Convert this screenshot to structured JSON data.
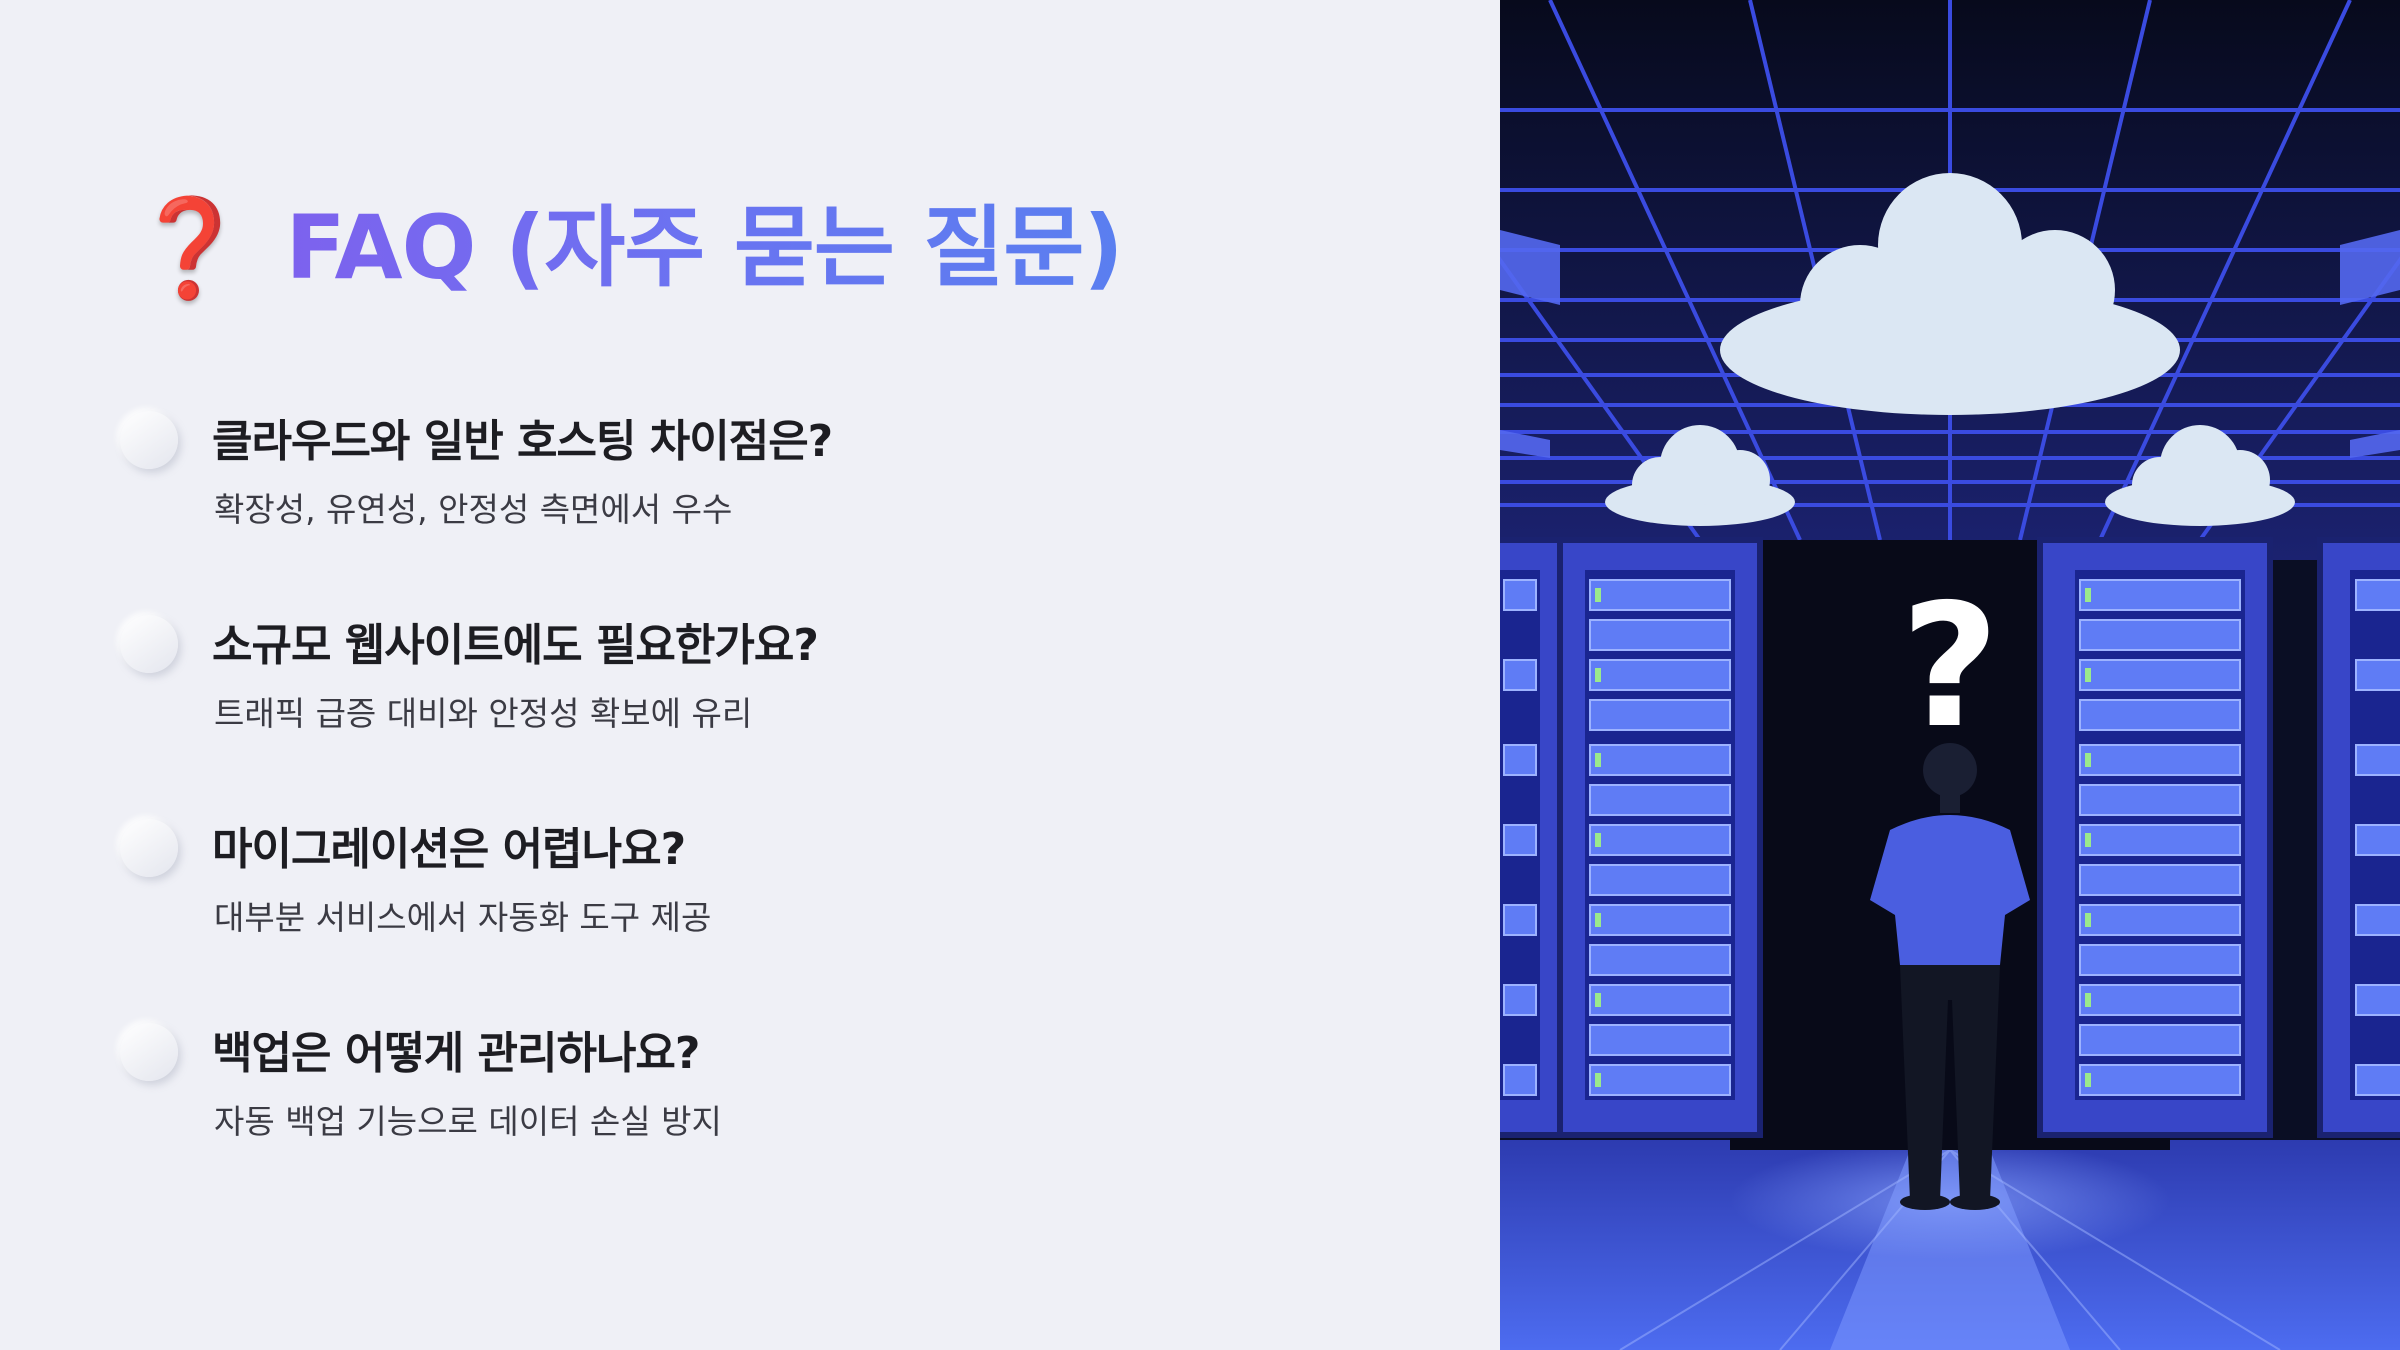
{
  "header": {
    "icon": "question-mark-icon",
    "icon_glyph": "❓",
    "title": "FAQ (자주 묻는 질문)"
  },
  "faq": [
    {
      "question": "클라우드와 일반 호스팅 차이점은?",
      "answer": "확장성, 유연성, 안정성 측면에서 우수"
    },
    {
      "question": "소규모 웹사이트에도 필요한가요?",
      "answer": "트래픽 급증 대비와 안정성 확보에 유리"
    },
    {
      "question": "마이그레이션은 어렵나요?",
      "answer": "대부분 서비스에서 자동화 도구 제공"
    },
    {
      "question": "백업은 어떻게 관리하나요?",
      "answer": "자동 백업 기능으로 데이터 손실 방지"
    }
  ],
  "illustration": {
    "glyph": "?",
    "colors": {
      "accent": "#4a5ae0",
      "dark": "#0a0e24",
      "cloud": "#dbe7f3"
    }
  }
}
